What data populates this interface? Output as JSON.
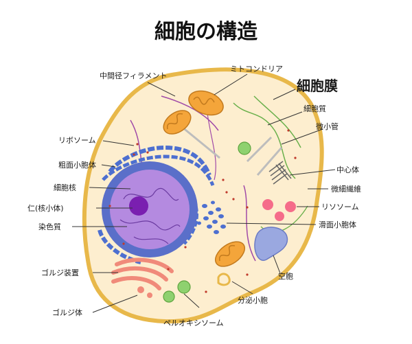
{
  "title": "細胞の構造",
  "labels": {
    "intermediate_filament": "中間径フィラメント",
    "ribosome": "リボソーム",
    "rough_er": "粗面小胞体",
    "nucleus": "細胞核",
    "nucleolus": "仁(核小体)",
    "chromatin": "染色質",
    "golgi_apparatus": "ゴルジ装置",
    "golgi_body": "ゴルジ体",
    "mitochondria": "ミトコンドリア",
    "cell_membrane": "細胞膜",
    "cytoplasm": "細胞質",
    "microtubule": "微小管",
    "centrosome": "中心体",
    "microfilament": "微細繊維",
    "lysosome": "リソソーム",
    "smooth_er": "滑面小胞体",
    "vacuole": "空胞",
    "secretory_vesicle": "分泌小胞",
    "peroxisome": "ペルオキシソーム"
  },
  "colors": {
    "highlight": "#e8231e",
    "cytoplasm": "#fdeecf",
    "membrane": "#e8b84a",
    "nucleus_outer": "#5a6fc9",
    "nucleus_inner": "#b48ae0",
    "nucleolus": "#7a1fb0",
    "mitochondria": "#f4a53a",
    "golgi": "#f08a7a",
    "lysosome": "#f56c8a",
    "peroxisome": "#8ed16f",
    "vacuole": "#9aa8e0",
    "er_blue": "#4d6fd0"
  }
}
